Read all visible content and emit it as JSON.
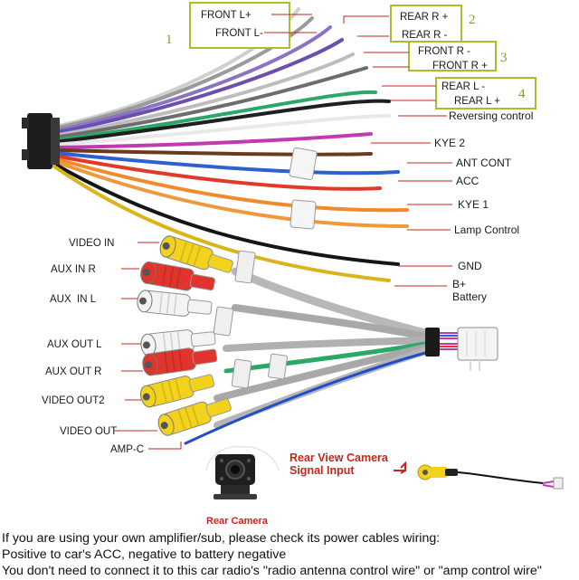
{
  "diagram": {
    "groups": [
      {
        "number": "1",
        "wires": [
          "FRONT L+",
          "FRONT L-"
        ]
      },
      {
        "number": "2",
        "wires": [
          "REAR R +",
          "REAR R -"
        ]
      },
      {
        "number": "3",
        "wires": [
          "FRONT R -",
          "FRONT R +"
        ]
      },
      {
        "number": "4",
        "wires": [
          "REAR L -",
          "REAR L +"
        ]
      }
    ],
    "right_labels": [
      "Reversing control",
      "KYE 2",
      "ANT CONT",
      "ACC",
      "KYE 1",
      "Lamp Control",
      "GND",
      "B+",
      "Battery"
    ],
    "left_labels": [
      "VIDEO IN",
      "AUX IN R",
      "AUX  IN L",
      "AUX OUT L",
      "AUX OUT R",
      "VIDEO OUT2",
      "VIDEO OUT",
      "AMP-C"
    ],
    "camera": {
      "title_line1": "Rear View Camera",
      "title_line2": "Signal Input",
      "label": "Rear Camera"
    },
    "colors": {
      "label_line": "#c8251b",
      "box_border": "#a7bf2e",
      "rca_yellow": "#f2d21b",
      "rca_red": "#e0342c",
      "rca_white": "#f3f3f3"
    }
  },
  "notes": [
    "If you are using your own amplifier/sub, please check its power cables wiring:",
    "Positive to car's ACC, negative to battery negative",
    "You don't need to connect it to this car radio's \"radio antenna control wire\" or \"amp control wire\""
  ]
}
